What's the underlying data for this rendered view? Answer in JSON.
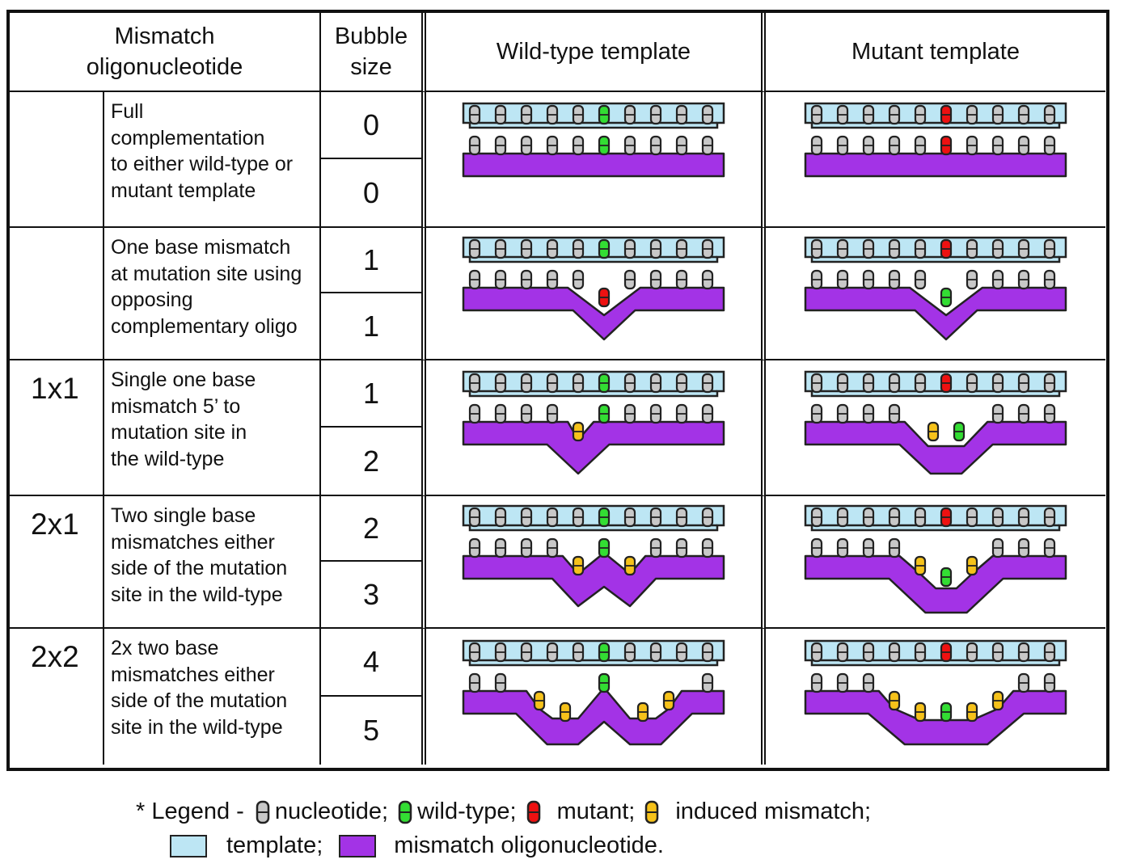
{
  "header": {
    "col1_line1": "Mismatch",
    "col1_line2": "oligonucleotide",
    "col2_line1": "Bubble",
    "col2_line2": "size",
    "col3": "Wild-type template",
    "col4": "Mutant template"
  },
  "rows": [
    {
      "label": "",
      "desc": [
        "Full",
        "complementation",
        "to either wild-type or",
        "mutant template"
      ],
      "bubble": [
        "0",
        "0"
      ]
    },
    {
      "label": "",
      "desc": [
        "One base mismatch",
        "at mutation site using",
        "opposing",
        "complementary oligo"
      ],
      "bubble": [
        "1",
        "1"
      ]
    },
    {
      "label": "1x1",
      "desc": [
        "Single one base",
        "mismatch 5’ to",
        "mutation site in",
        "the wild-type"
      ],
      "bubble": [
        "1",
        "2"
      ]
    },
    {
      "label": "2x1",
      "desc": [
        "Two single base",
        "mismatches either",
        "side of the mutation",
        "site in the wild-type"
      ],
      "bubble": [
        "2",
        "3"
      ]
    },
    {
      "label": "2x2",
      "desc": [
        "2x two base",
        "mismatches either",
        "side of the mutation",
        "site in the wild-type"
      ],
      "bubble": [
        "4",
        "5"
      ]
    }
  ],
  "legend": {
    "prefix": "* Legend -",
    "nucleotide": "nucleotide;",
    "wild_type": "wild-type;",
    "mutant": "mutant;",
    "induced": "induced mismatch;",
    "template": "template;",
    "oligo": "mismatch oligonucleotide."
  },
  "colors": {
    "template": "#bde6f4",
    "oligo": "#a333e6",
    "nucleotide": "#c8c8c8",
    "wild_type": "#33dd33",
    "mutant": "#ee1111",
    "induced": "#f6c21a"
  },
  "diagrams": [
    {
      "wt": {
        "top_mid": "wild_type",
        "bottom": [
          "n",
          "n",
          "n",
          "n",
          "n",
          "w",
          "n",
          "n",
          "n",
          "n"
        ],
        "shape": "flat"
      },
      "mt": {
        "top_mid": "mutant",
        "bottom": [
          "n",
          "n",
          "n",
          "n",
          "n",
          "m",
          "n",
          "n",
          "n",
          "n"
        ],
        "shape": "flat"
      }
    },
    {
      "wt": {
        "top_mid": "wild_type",
        "shape": "v1",
        "down": [
          [
            "m",
            5,
            1
          ]
        ]
      },
      "mt": {
        "top_mid": "mutant",
        "shape": "v1",
        "down": [
          [
            "w",
            5,
            1
          ]
        ]
      }
    },
    {
      "wt": {
        "top_mid": "wild_type",
        "shape": "v1left",
        "down": [
          [
            "i",
            4,
            1
          ]
        ]
      },
      "mt": {
        "top_mid": "mutant",
        "shape": "u2",
        "down": [
          [
            "i",
            4.5,
            1
          ],
          [
            "w",
            5.5,
            1
          ]
        ]
      }
    },
    {
      "wt": {
        "top_mid": "wild_type",
        "shape": "w2",
        "down": [
          [
            "i",
            4,
            1
          ],
          [
            "i",
            6,
            1
          ]
        ]
      },
      "mt": {
        "top_mid": "mutant",
        "shape": "u3",
        "down": [
          [
            "i",
            4,
            1
          ],
          [
            "w",
            5,
            2
          ],
          [
            "i",
            6,
            1
          ]
        ]
      }
    },
    {
      "wt": {
        "top_mid": "wild_type",
        "shape": "w4",
        "down": [
          [
            "i",
            2.5,
            1
          ],
          [
            "i",
            3.5,
            2
          ],
          [
            "i",
            6.5,
            2
          ],
          [
            "i",
            7.5,
            1
          ]
        ]
      },
      "mt": {
        "top_mid": "mutant",
        "shape": "u5",
        "down": [
          [
            "i",
            3,
            1
          ],
          [
            "i",
            4,
            2
          ],
          [
            "w",
            5,
            2
          ],
          [
            "i",
            6,
            2
          ],
          [
            "i",
            7,
            1
          ]
        ]
      }
    }
  ]
}
